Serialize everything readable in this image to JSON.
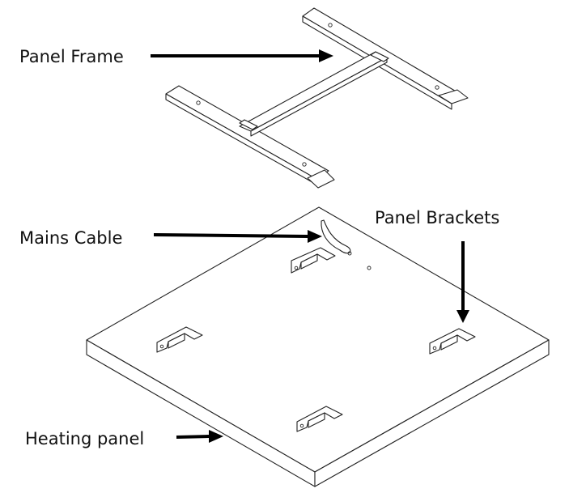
{
  "labels": {
    "panel_frame": "Panel Frame",
    "mains_cable": "Mains Cable",
    "panel_brackets": "Panel Brackets",
    "heating_panel": "Heating panel"
  },
  "colors": {
    "line": "#222222",
    "arrow": "#000000",
    "background": "#ffffff"
  }
}
